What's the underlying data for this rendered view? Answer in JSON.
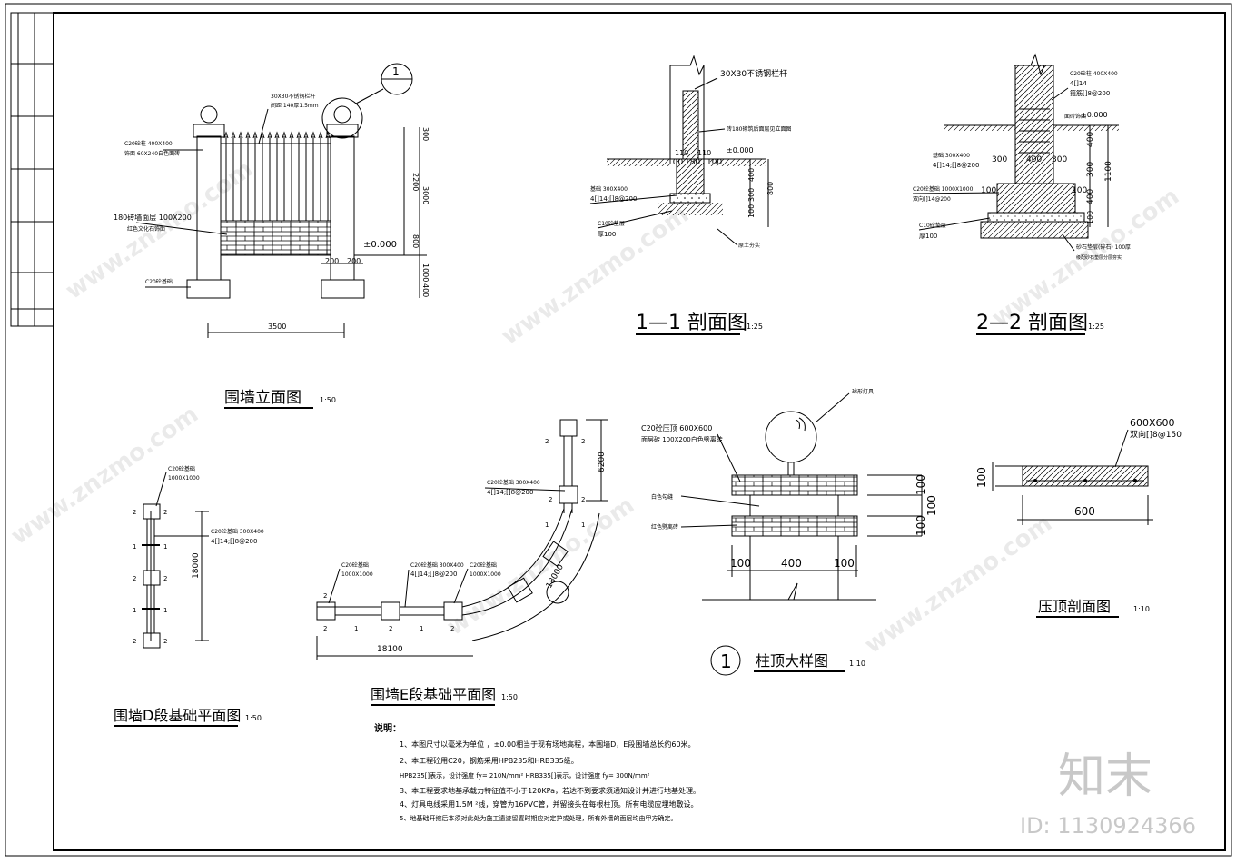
{
  "sheet": {
    "title_block_cells": [
      "",
      "",
      "",
      "",
      ""
    ],
    "brand_logo_text": "知末",
    "id_label": "ID: 1130924366",
    "watermark": "www.znzmo.com"
  },
  "elevation": {
    "title": "围墙立面图",
    "scale": "1:50",
    "callout_number": "1",
    "labels": {
      "railing": "30X30不锈钢栏杆",
      "railing_spacing": "间距 140厚1.5mm",
      "column": "C20砼柱 400X400",
      "column_finish": "饰面 60X240白色面砖",
      "brick_wall": "180砖墙面层   100X200",
      "brick_finish": "红色文化石饰面",
      "footing": "C20砼基础",
      "level": "±0.000"
    },
    "dims": {
      "top": "300",
      "rail": "2200",
      "total": "3000",
      "wall": "800",
      "below": "1000",
      "footing": "400",
      "span": "3500",
      "col_a": "200",
      "col_b": "200"
    }
  },
  "section11": {
    "title": "1—1 剖面图",
    "scale": "1:25",
    "labels": {
      "railing": "30X30不锈钢栏杆",
      "wall": "砖180砌筑后面层见立面图",
      "level": "±0.000",
      "base": "基础 300X400",
      "rebar": "4[]14;[]8@200",
      "pad": "C10砼垫层",
      "pad_thk": "厚100",
      "soil": "原土夯实"
    },
    "dims": {
      "a": "100",
      "b": "180",
      "c": "100",
      "d": "110",
      "e": "110",
      "h1": "400",
      "h2": "300",
      "h3": "100",
      "h4": "800"
    }
  },
  "section22": {
    "title": "2—2 剖面图",
    "scale": "1:25",
    "labels": {
      "column": "C20砼柱 400X400",
      "rebar_main": "4[]14",
      "stirrup": "箍筋[]8@200",
      "finish": "面砖饰面",
      "level": "±0.000",
      "base": "基础 300X400",
      "base_rebar": "4[]14;[]8@200",
      "footing": "C20砼基础 1000X1000",
      "footing_rebar": "双向[]14@200",
      "pad": "C10砼垫层",
      "pad_thk": "厚100",
      "gravel": "砂石垫层(碎石) 100厚",
      "gravel_note": "级配砂石垫层分层夯实"
    },
    "dims": {
      "a": "300",
      "b": "400",
      "c": "300",
      "d": "100",
      "e": "100",
      "h1": "400",
      "h2": "300",
      "h3": "400",
      "h4": "100",
      "h5": "1100"
    }
  },
  "planD": {
    "title": "围墙D段基础平面图",
    "scale": "1:50",
    "labels": {
      "footing": "C20砼基础",
      "footing_size": "1000X1000",
      "base": "C20砼基础 300X400",
      "base_rebar": "4[]14;[]8@200"
    },
    "dims": {
      "length": "18000"
    }
  },
  "planE": {
    "title": "围墙E段基础平面图",
    "scale": "1:50",
    "labels": {
      "footing1": "C20砼基础",
      "footing1_size": "1000X1000",
      "base": "C20砼基础 300X400",
      "base_rebar": "4[]14;[]8@200",
      "footing2": "C20砼基础",
      "footing2_size": "1000X1000",
      "base2": "C20砼基础 300X400",
      "base2_rebar": "4[]14;[]8@200"
    },
    "dims": {
      "width": "18100",
      "radius": "18000",
      "height": "6200"
    }
  },
  "capDetail": {
    "title": "柱顶大样图",
    "scale": "1:10",
    "callout_number": "1",
    "labels": {
      "lamp": "球形灯具",
      "cap": "C20砼压顶 600X600",
      "cap_finish": "面层砖 100X200白色劈离砖",
      "joint_white": "白色勾缝",
      "joint_red": "红色劈离砖"
    },
    "dims": {
      "h1": "100",
      "h2": "100",
      "h3": "100",
      "w1": "100",
      "w2": "400",
      "w3": "100"
    }
  },
  "copingSection": {
    "title": "压顶剖面图",
    "scale": "1:10",
    "labels": {
      "size": "600X600",
      "rebar": "双向[]8@150"
    },
    "dims": {
      "thk": "100",
      "width": "600"
    }
  },
  "notes": {
    "heading": "说明：",
    "items": [
      "1、本图尺寸以毫米为单位      ，±0.00相当于现有场地高程，本围墙D，E段围墙总长约60米。",
      "2、本工程砼用C20，钢筋采用HPB235和HRB335级。",
      "   HPB235[]表示，设计强度      fy= 210N/mm²    HRB335[]表示，设计强度      fy= 300N/mm²",
      "3、本工程要求地基承载力特征值不小于120KPa，若达不到要求须通知设计并进行地基处理。",
      "4、灯具电线采用1.5M   ²线，穿管为16PVC管，并留接头在每根柱顶。所有电缆应埋地敷设。",
      "5、地基础开挖后本须对此处为施工遗迹留置时期应对定护或处理，所有外墙的面层均由甲方确定。"
    ]
  }
}
